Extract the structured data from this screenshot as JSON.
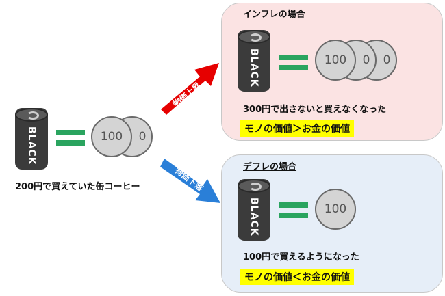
{
  "left": {
    "can_label": "BLACK",
    "coin_front": "100",
    "coin_back": "0",
    "caption": "200円で買えていた缶コーヒー"
  },
  "arrows": {
    "up_label": "物価上昇",
    "down_label": "物価下落",
    "up_color": "#e60000",
    "down_color": "#2a7fd8"
  },
  "inflation": {
    "title": "インフレの場合",
    "can_label": "BLACK",
    "coins": [
      "100",
      "0",
      "0"
    ],
    "caption": "300円で出さないと買えなくなった",
    "highlight": "モノの価値＞お金の価値",
    "bg_color": "#fbe3e3"
  },
  "deflation": {
    "title": "デフレの場合",
    "can_label": "BLACK",
    "coins": [
      "100"
    ],
    "caption": "100円で買えるようになった",
    "highlight": "モノの価値＜お金の価値",
    "bg_color": "#e6eef8"
  }
}
